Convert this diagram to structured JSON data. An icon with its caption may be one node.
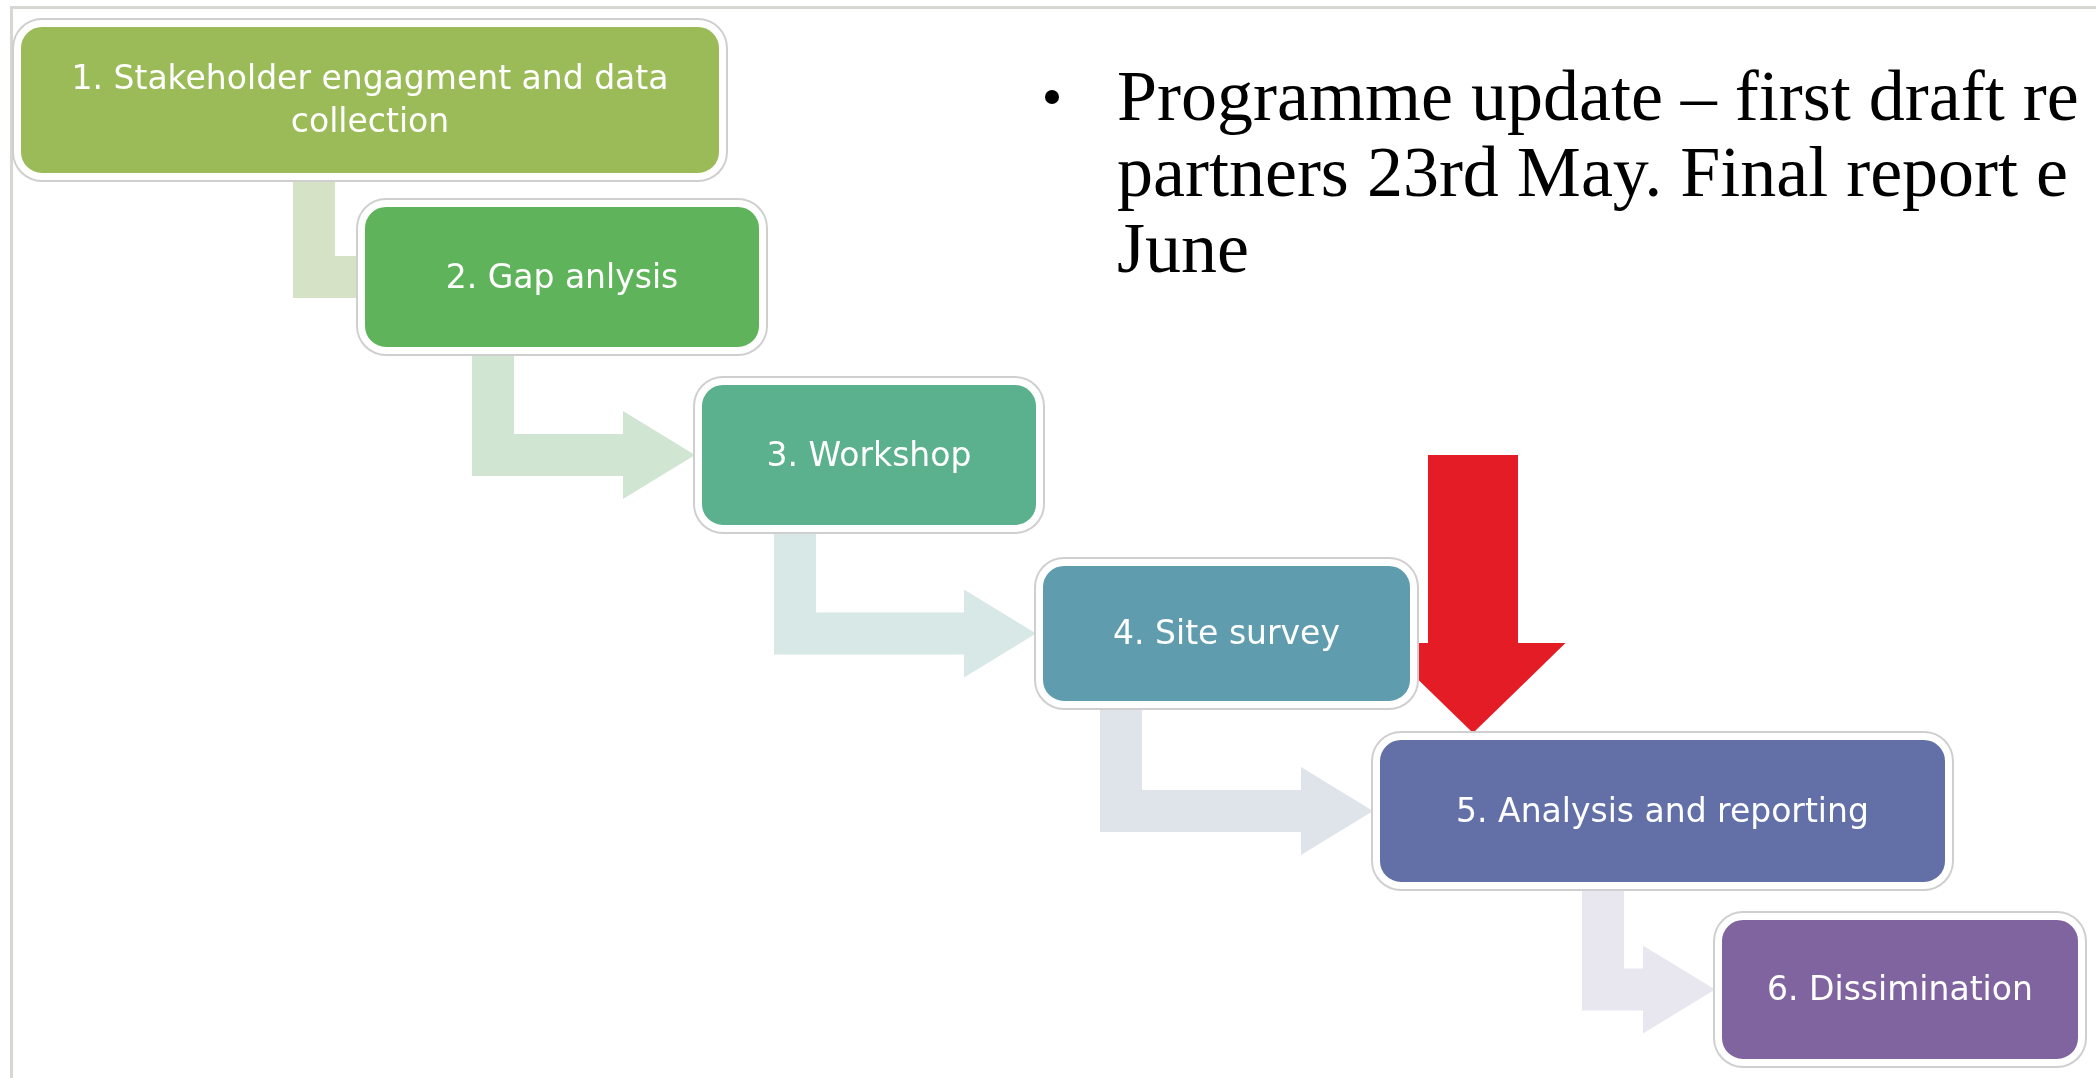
{
  "diagram": {
    "nodes": [
      {
        "text": [
          "1. Stakeholder engagment and data collection"
        ]
      },
      {
        "text": [
          "2. Gap anlysis"
        ]
      },
      {
        "text": [
          "3. Workshop"
        ]
      },
      {
        "text": [
          "4. Site survey"
        ]
      },
      {
        "text": [
          "5. Analysis and reporting"
        ]
      },
      {
        "text": [
          "6. Dissimination"
        ]
      }
    ],
    "edges": [
      {
        "from": 0,
        "to": 1,
        "arrow": "none",
        "color": "#d6e2c6"
      },
      {
        "from": 1,
        "to": 2,
        "arrow": "to",
        "color": "#d0e6d3"
      },
      {
        "from": 2,
        "to": 3,
        "arrow": "to",
        "color": "#d8e8e6"
      },
      {
        "from": 3,
        "to": 4,
        "arrow": "to",
        "color": "#dfe3ea"
      },
      {
        "from": 4,
        "to": 5,
        "arrow": "to",
        "color": "#e8e7ef"
      },
      {
        "from": null,
        "to": 4,
        "arrow": "to",
        "style": "thick",
        "color": "#e31c25"
      }
    ],
    "labels": [
      "Programme update – first draft re partners 23rd May. Final report e June"
    ]
  }
}
